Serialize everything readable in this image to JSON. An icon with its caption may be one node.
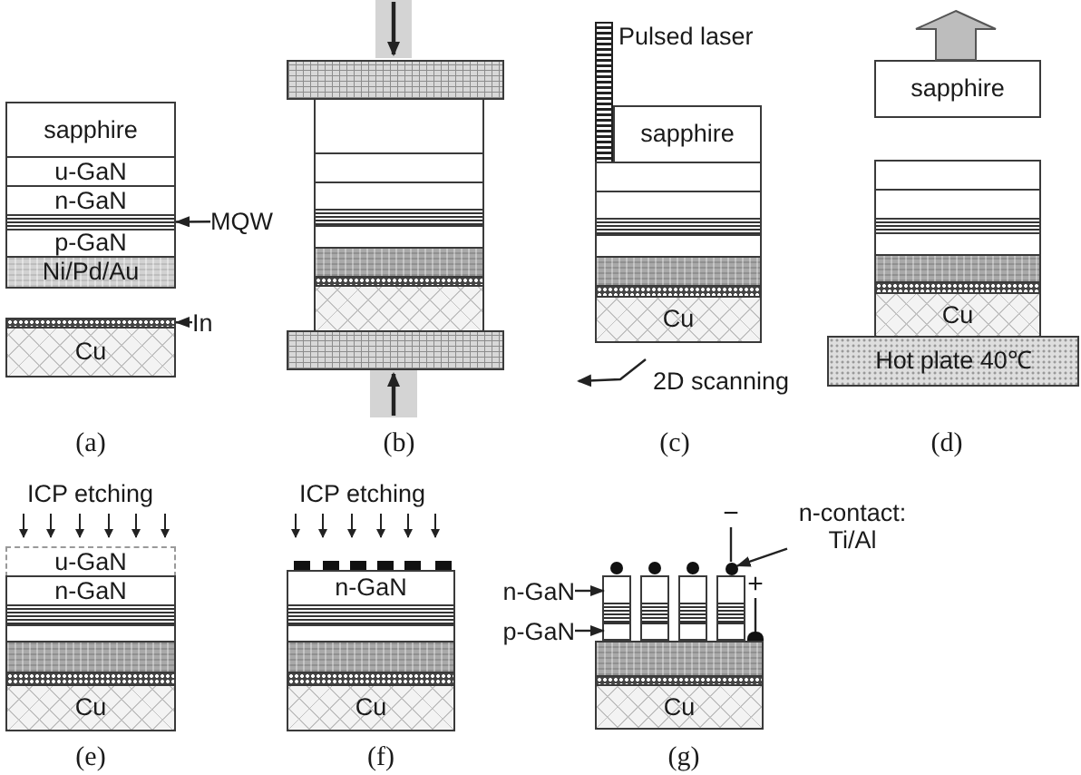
{
  "diagram": {
    "nodes": [
      {
        "text": [
          "sapphire"
        ]
      },
      {
        "text": [
          "u-GaN"
        ]
      },
      {
        "text": [
          "n-GaN"
        ]
      },
      {
        "text": [],
        "shape": "bar"
      },
      {
        "text": [
          "p-GaN"
        ]
      },
      {
        "text": [
          "Ni/Pd/Au"
        ]
      },
      {
        "text": [
          "MQW"
        ]
      },
      {
        "text": [],
        "shape": "bar"
      },
      {
        "text": [
          "In"
        ]
      },
      {
        "text": [
          "Cu"
        ]
      },
      {
        "text": [
          "sapphire"
        ]
      },
      {
        "text": [
          "Cu"
        ]
      },
      {
        "text": [
          "sapphire"
        ]
      },
      {
        "text": [
          "Cu"
        ]
      },
      {
        "text": [
          "Hot plate 40℃"
        ]
      },
      {
        "text": [
          "u-GaN"
        ]
      },
      {
        "text": [
          "n-GaN"
        ]
      },
      {
        "text": [
          "Cu"
        ]
      },
      {
        "text": [
          "n-GaN"
        ]
      },
      {
        "text": [
          "Cu"
        ]
      },
      {
        "text": [
          "−"
        ]
      },
      {
        "text": [
          "n-contact: Ti/Al"
        ]
      },
      {
        "text": [],
        "shape": "circle"
      },
      {
        "text": [],
        "shape": "box"
      },
      {
        "text": [],
        "shape": "box",
        "in": 23
      },
      {
        "text": [],
        "shape": "box",
        "in": 23
      },
      {
        "text": [],
        "shape": "box"
      },
      {
        "text": [],
        "shape": "box"
      },
      {
        "text": [],
        "shape": "box"
      },
      {
        "text": [
          "n-GaN"
        ]
      },
      {
        "text": [
          "p-GaN"
        ]
      },
      {
        "text": [
          "+"
        ]
      },
      {
        "text": [],
        "shape": "bar"
      },
      {
        "text": [
          "Cu"
        ]
      }
    ],
    "edges": [
      {
        "from": 6,
        "to": 3,
        "arrow": "to"
      },
      {
        "from": 8,
        "to": 7,
        "arrow": "to"
      },
      {
        "from": 21,
        "to": 22,
        "arrow": "to"
      },
      {
        "from": 29,
        "to": 24,
        "arrow": "to"
      },
      {
        "from": 30,
        "to": 25,
        "arrow": "to"
      },
      {
        "from": 20,
        "to": 22,
        "arrow": "none"
      },
      {
        "from": 31,
        "to": 32,
        "arrow": "none"
      }
    ],
    "labels": [
      "Pulsed laser",
      "2D scanning",
      "(a)",
      "(b)",
      "(c)",
      "(d)",
      "ICP etching",
      "ICP etching",
      "(e)",
      "(f)",
      "(g)"
    ]
  }
}
